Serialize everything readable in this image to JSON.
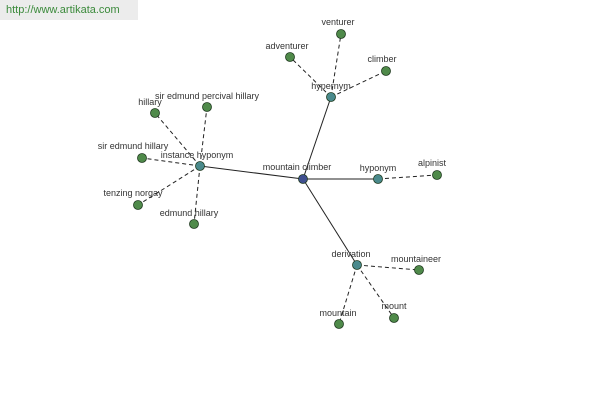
{
  "header": {
    "url": "http://www.artikata.com"
  },
  "colors": {
    "center": "#3f4f8f",
    "hub": "#4a8a8c",
    "leaf": "#4f8a4a",
    "url_text": "#3b8a3b"
  },
  "graph": {
    "center": {
      "id": "mountain_climber",
      "label": "mountain climber"
    },
    "hubs": [
      {
        "id": "hypernym",
        "label": "hypernym",
        "leaves": [
          {
            "label": "venturer"
          },
          {
            "label": "adventurer"
          },
          {
            "label": "climber"
          }
        ]
      },
      {
        "id": "instance_hyponym",
        "label": "instance hyponym",
        "leaves": [
          {
            "label": "sir edmund percival hillary"
          },
          {
            "label": "hillary"
          },
          {
            "label": "sir edmund hillary"
          },
          {
            "label": "tenzing norgay"
          },
          {
            "label": "edmund hillary"
          }
        ]
      },
      {
        "id": "hyponym",
        "label": "hyponym",
        "leaves": [
          {
            "label": "alpinist"
          }
        ]
      },
      {
        "id": "derivation",
        "label": "derivation",
        "leaves": [
          {
            "label": "mountaineer"
          },
          {
            "label": "mountain"
          },
          {
            "label": "mount"
          }
        ]
      }
    ]
  }
}
